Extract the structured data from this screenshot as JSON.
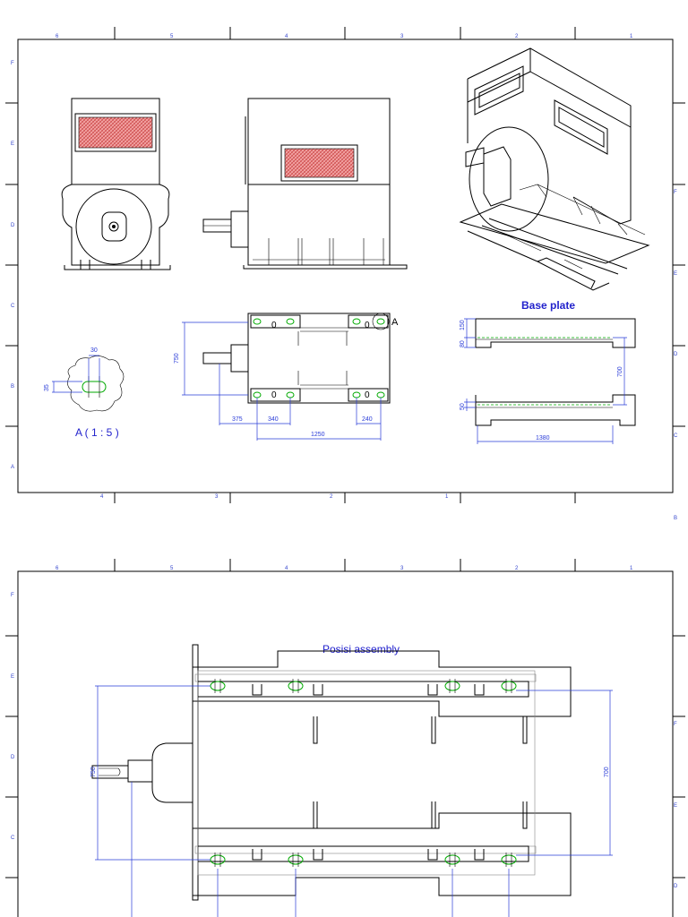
{
  "sheet1": {
    "top_zones": [
      "6",
      "5",
      "4",
      "3",
      "2",
      "1"
    ],
    "bottom_zones": [
      "4",
      "3",
      "2",
      "1"
    ],
    "left_zones": [
      "F",
      "E",
      "D",
      "C",
      "B",
      "A"
    ],
    "right_zones": [
      "F",
      "E",
      "D",
      "C",
      "B"
    ],
    "detail_label": "A",
    "detail_caption": "A ( 1 : 5 )",
    "detail_dims": {
      "width": "30",
      "height": "35"
    },
    "plan_dims": {
      "height": "750",
      "d1": "375",
      "d2": "340",
      "d3": "240",
      "total": "1250"
    },
    "plan_hole_marks": [
      "0",
      "0",
      "0",
      "0"
    ],
    "base_plate": {
      "title": "Base plate",
      "dims": {
        "a": "150",
        "b": "80",
        "c": "700",
        "d": "50",
        "length": "1380"
      }
    },
    "accent_colors": {
      "dimension": "#2a3cd8",
      "bolt": "#00aa00",
      "vent_fill": "#e06666"
    }
  },
  "sheet2": {
    "top_zones": [
      "6",
      "5",
      "4",
      "3",
      "2",
      "1"
    ],
    "left_zones": [
      "F",
      "E",
      "D",
      "C"
    ],
    "right_zones": [
      "F",
      "E",
      "D"
    ],
    "title": "Posisi assembly",
    "dims": {
      "left": "750",
      "right": "700"
    }
  }
}
